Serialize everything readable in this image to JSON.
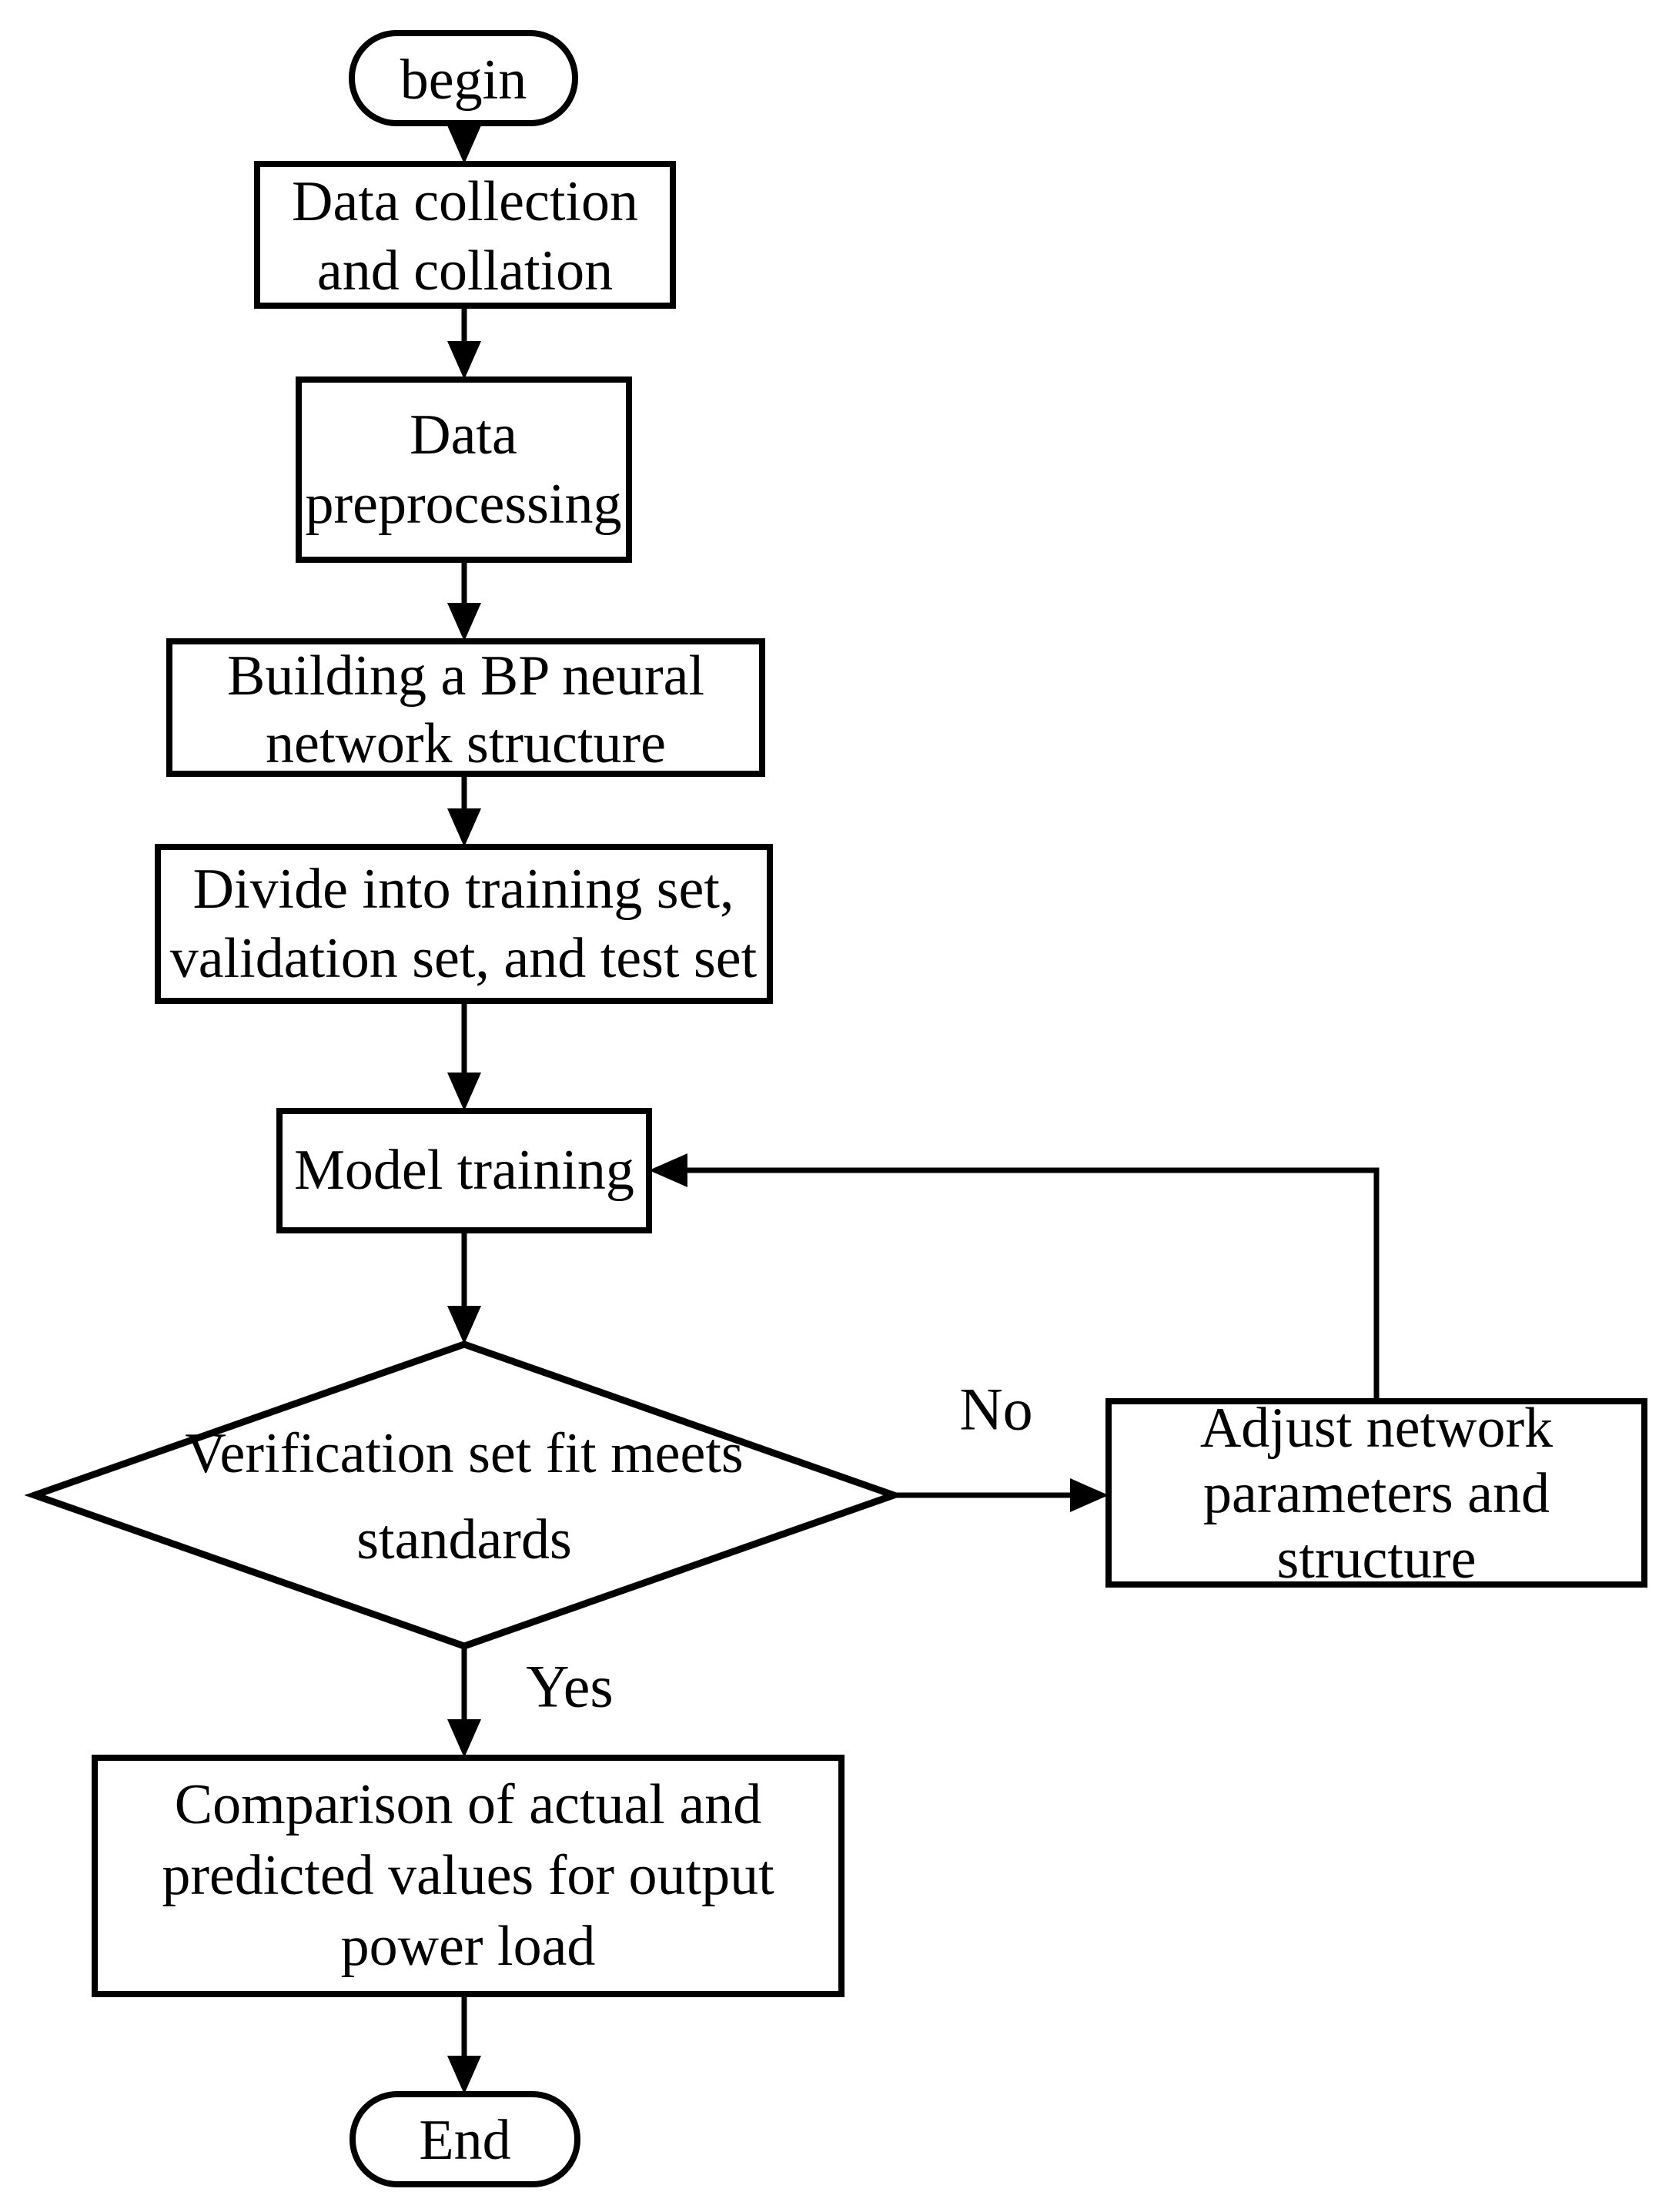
{
  "nodes": {
    "begin": {
      "label": "begin"
    },
    "data_collection": {
      "lines": [
        "Data collection",
        "and collation"
      ]
    },
    "data_preprocessing": {
      "lines": [
        "Data",
        "preprocessing"
      ]
    },
    "build_network": {
      "lines": [
        "Building a BP neural",
        "network structure"
      ]
    },
    "divide_sets": {
      "lines": [
        "Divide into training set,",
        "validation set, and test set"
      ]
    },
    "model_training": {
      "label": "Model training"
    },
    "verification": {
      "lines": [
        "Verification set fit meets",
        "standards"
      ]
    },
    "adjust_network": {
      "lines": [
        "Adjust network",
        "parameters and",
        "structure"
      ]
    },
    "comparison": {
      "lines": [
        "Comparison of actual and",
        "predicted values for output",
        "power load"
      ]
    },
    "end": {
      "label": "End"
    }
  },
  "edges": {
    "yes_label": "Yes",
    "no_label": "No"
  },
  "colors": {
    "stroke": "#000000",
    "text": "#000000",
    "background": "#ffffff"
  }
}
